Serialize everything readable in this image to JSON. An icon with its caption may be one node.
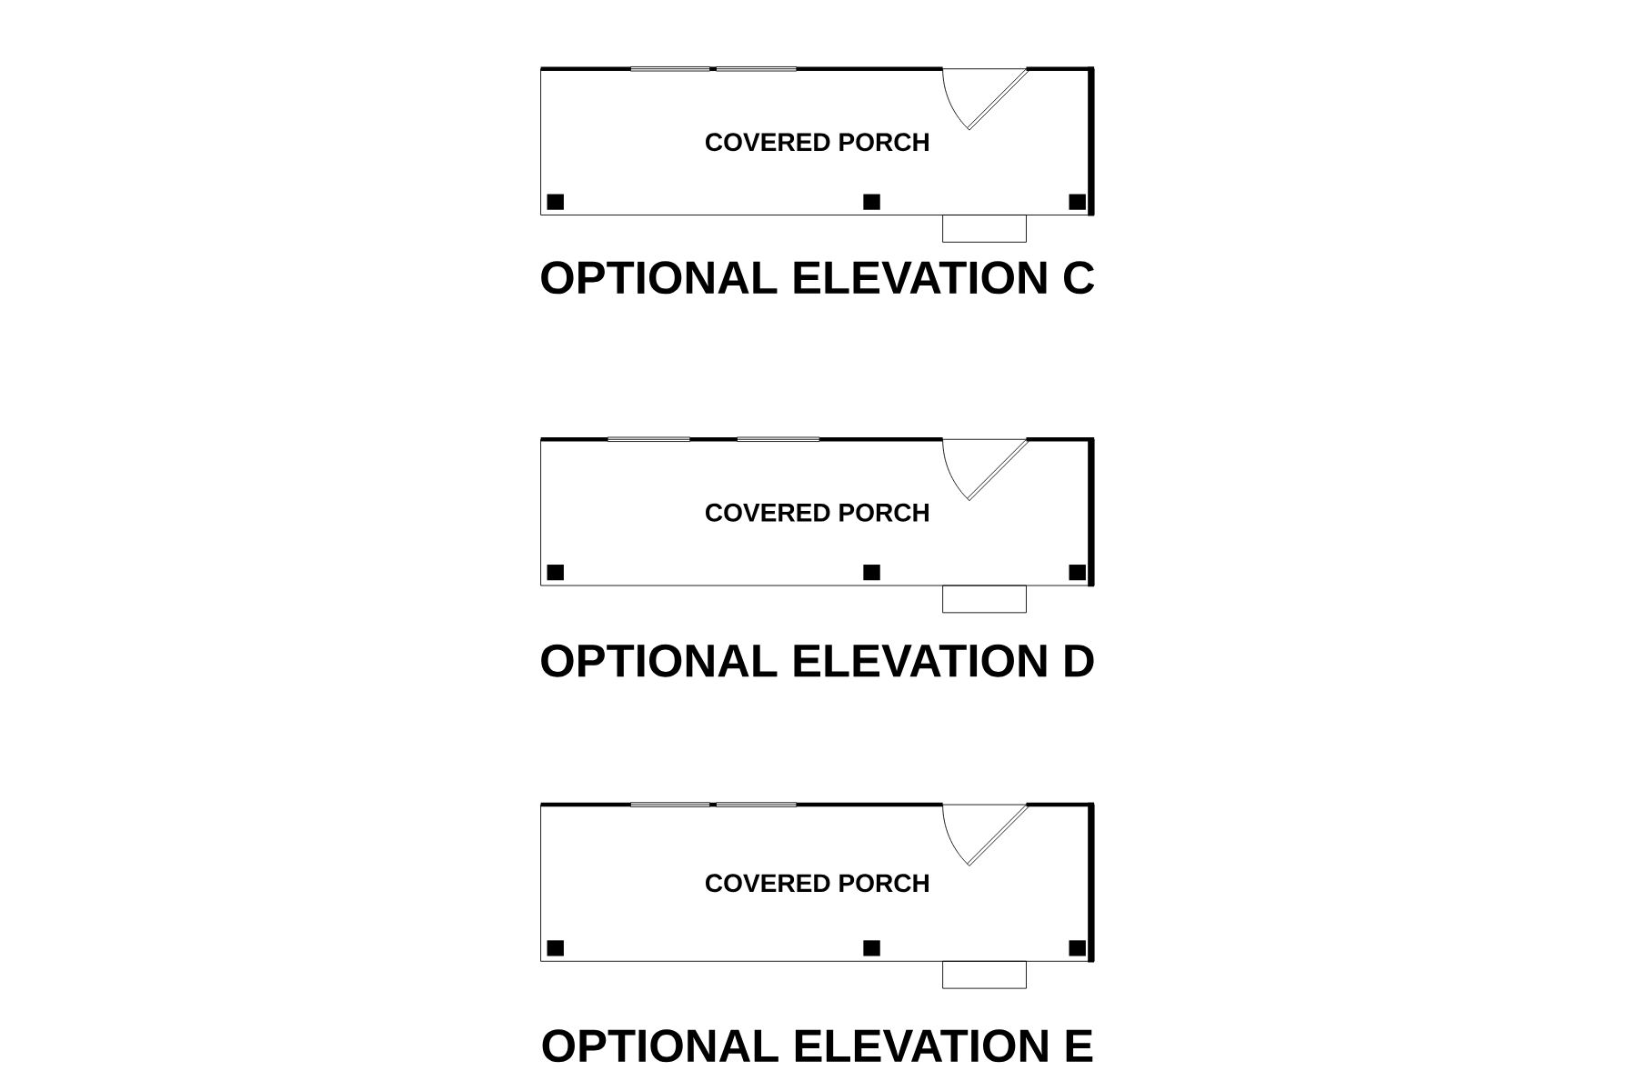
{
  "diagram": {
    "nodes": [
      {
        "text": [
          "COVERED PORCH"
        ]
      },
      {
        "text": [
          "COVERED PORCH"
        ]
      },
      {
        "text": [
          "COVERED PORCH"
        ]
      }
    ],
    "labels": [
      "OPTIONAL ELEVATION C",
      "OPTIONAL ELEVATION D",
      "OPTIONAL ELEVATION E"
    ]
  }
}
